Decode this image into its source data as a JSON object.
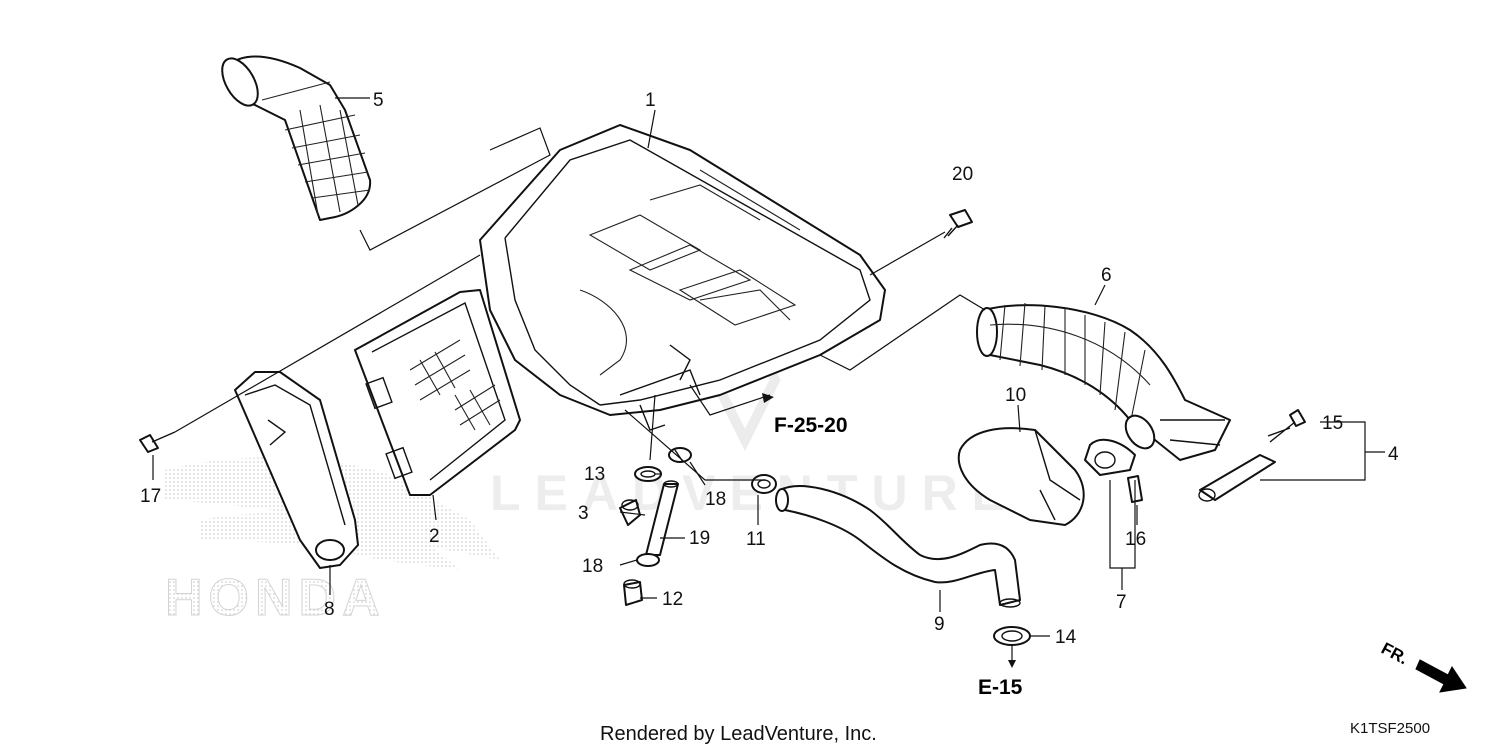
{
  "diagram": {
    "callouts": [
      "1",
      "2",
      "3",
      "4",
      "5",
      "6",
      "7",
      "8",
      "9",
      "10",
      "11",
      "12",
      "13",
      "14",
      "15",
      "16",
      "17",
      "18",
      "18",
      "19",
      "20"
    ],
    "references": [
      "F-25-20",
      "E-15"
    ],
    "direction_label": "FR.",
    "diagram_code": "K1TSF2500",
    "footer": "Rendered by LeadVenture, Inc.",
    "watermark_brand": "HONDA",
    "watermark_text": "LEADVENTURE"
  }
}
